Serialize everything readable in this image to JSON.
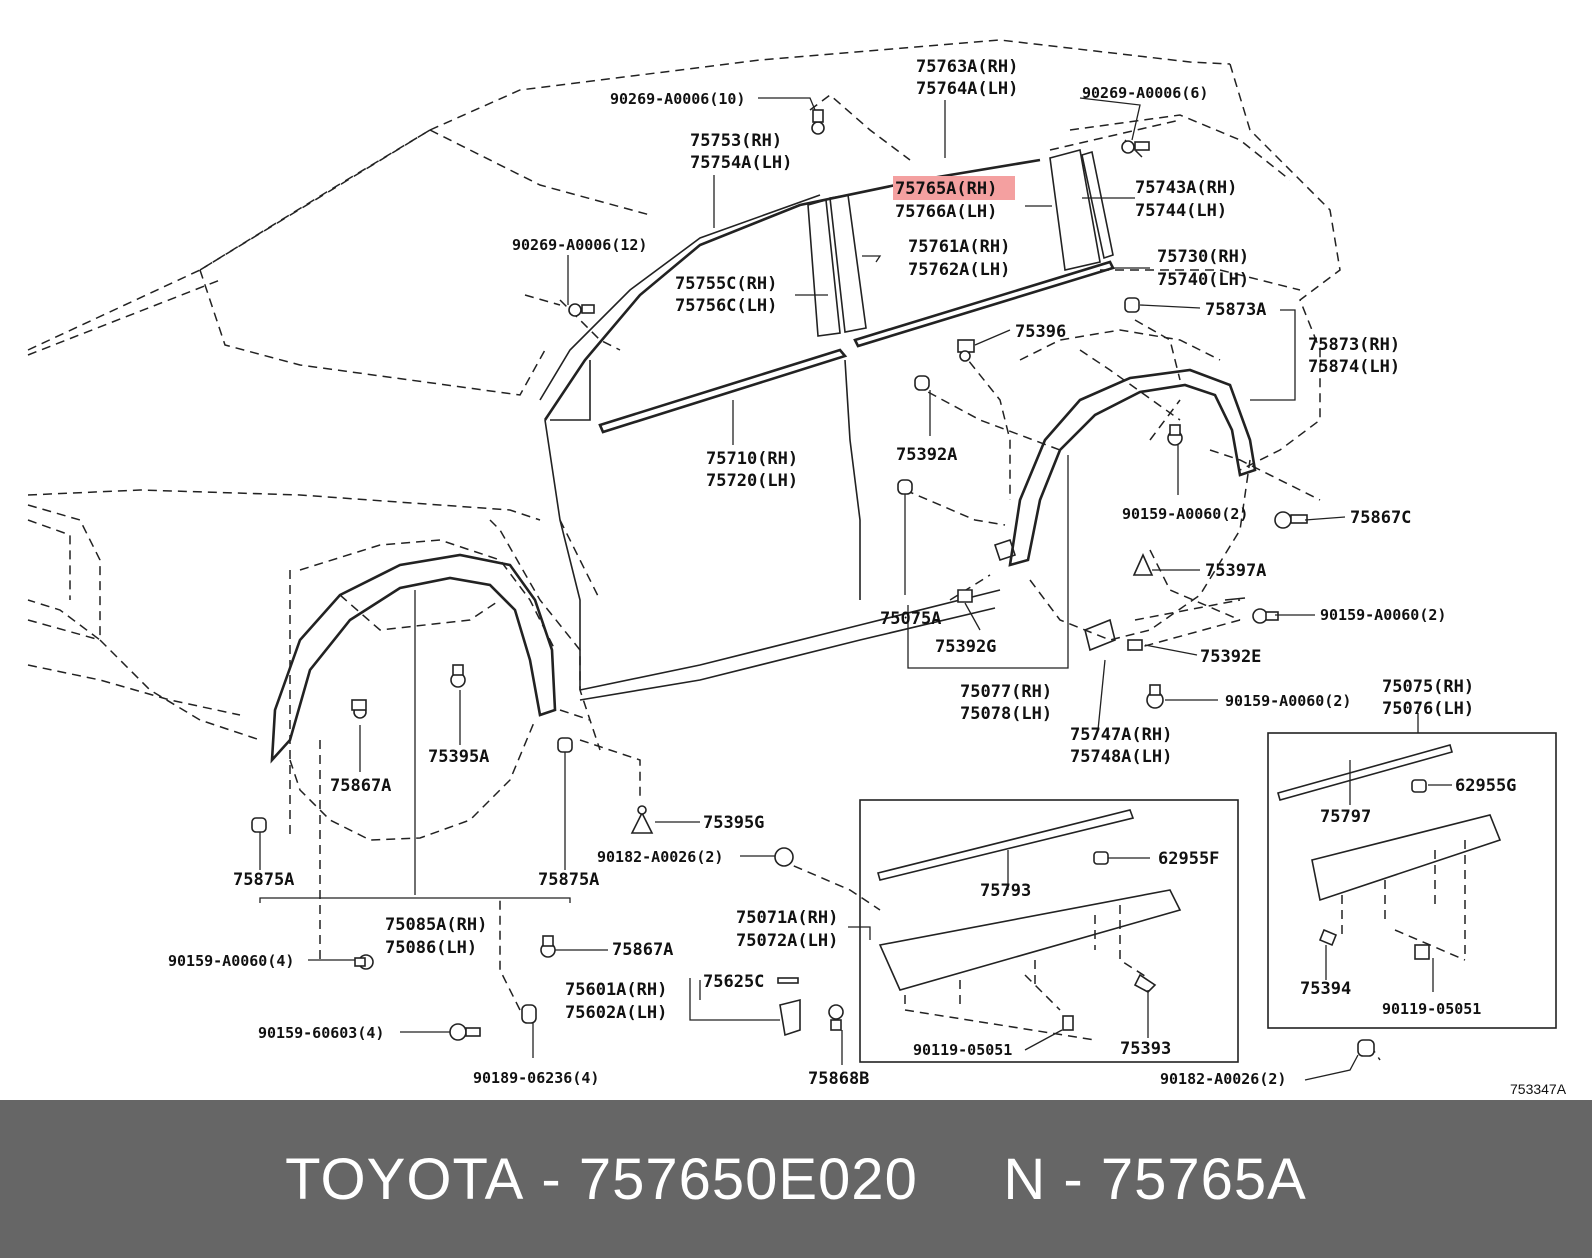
{
  "labels": [
    {
      "id": "l1",
      "text": "75763A(RH)"
    },
    {
      "id": "l2",
      "text": "75764A(LH)"
    },
    {
      "id": "l3",
      "text": "90269-A0006(10)"
    },
    {
      "id": "l4",
      "text": "90269-A0006(6)"
    },
    {
      "id": "l5",
      "text": "75753(RH)"
    },
    {
      "id": "l6",
      "text": "75754A(LH)"
    },
    {
      "id": "l7",
      "text": "75765A(RH)",
      "highlight": true
    },
    {
      "id": "l8",
      "text": "75766A(LH)"
    },
    {
      "id": "l9",
      "text": "75743A(RH)"
    },
    {
      "id": "l10",
      "text": "75744(LH)"
    },
    {
      "id": "l11",
      "text": "90269-A0006(12)"
    },
    {
      "id": "l12",
      "text": "75761A(RH)"
    },
    {
      "id": "l13",
      "text": "75762A(LH)"
    },
    {
      "id": "l14",
      "text": "75730(RH)"
    },
    {
      "id": "l15",
      "text": "75740(LH)"
    },
    {
      "id": "l16",
      "text": "75755C(RH)"
    },
    {
      "id": "l17",
      "text": "75756C(LH)"
    },
    {
      "id": "l18",
      "text": "75873A"
    },
    {
      "id": "l19",
      "text": "75396"
    },
    {
      "id": "l20",
      "text": "75873(RH)"
    },
    {
      "id": "l21",
      "text": "75874(LH)"
    },
    {
      "id": "l22",
      "text": "75710(RH)"
    },
    {
      "id": "l23",
      "text": "75720(LH)"
    },
    {
      "id": "l24",
      "text": "75392A"
    },
    {
      "id": "l25",
      "text": "90159-A0060(2)"
    },
    {
      "id": "l26",
      "text": "75867C"
    },
    {
      "id": "l27",
      "text": "75397A"
    },
    {
      "id": "l28",
      "text": "75075A"
    },
    {
      "id": "l29",
      "text": "75392G"
    },
    {
      "id": "l30",
      "text": "90159-A0060(2)"
    },
    {
      "id": "l31",
      "text": "75392E"
    },
    {
      "id": "l32",
      "text": "75077(RH)"
    },
    {
      "id": "l33",
      "text": "75078(LH)"
    },
    {
      "id": "l34",
      "text": "90159-A0060(2)"
    },
    {
      "id": "l35",
      "text": "75075(RH)"
    },
    {
      "id": "l36",
      "text": "75076(LH)"
    },
    {
      "id": "l37",
      "text": "75747A(RH)"
    },
    {
      "id": "l38",
      "text": "75748A(LH)"
    },
    {
      "id": "l39",
      "text": "75395A"
    },
    {
      "id": "l40",
      "text": "75867A"
    },
    {
      "id": "l41",
      "text": "62955G"
    },
    {
      "id": "l42",
      "text": "75797"
    },
    {
      "id": "l43",
      "text": "75395G"
    },
    {
      "id": "l44",
      "text": "90182-A0026(2)"
    },
    {
      "id": "l45",
      "text": "62955F"
    },
    {
      "id": "l46",
      "text": "75875A"
    },
    {
      "id": "l47",
      "text": "75875A"
    },
    {
      "id": "l48",
      "text": "75793"
    },
    {
      "id": "l49",
      "text": "75085A(RH)"
    },
    {
      "id": "l50",
      "text": "75086(LH)"
    },
    {
      "id": "l51",
      "text": "75071A(RH)"
    },
    {
      "id": "l52",
      "text": "75072A(LH)"
    },
    {
      "id": "l53",
      "text": "90159-A0060(4)"
    },
    {
      "id": "l54",
      "text": "75867A"
    },
    {
      "id": "l55",
      "text": "75394"
    },
    {
      "id": "l56",
      "text": "75601A(RH)"
    },
    {
      "id": "l57",
      "text": "75625C"
    },
    {
      "id": "l58",
      "text": "75602A(LH)"
    },
    {
      "id": "l59",
      "text": "90119-05051"
    },
    {
      "id": "l60",
      "text": "90159-60603(4)"
    },
    {
      "id": "l61",
      "text": "90119-05051"
    },
    {
      "id": "l62",
      "text": "75393"
    },
    {
      "id": "l63",
      "text": "90189-06236(4)"
    },
    {
      "id": "l64",
      "text": "75868B"
    },
    {
      "id": "l65",
      "text": "90182-A0026(2)"
    }
  ],
  "diagram_ref": "753347A",
  "highlight_color": "#f4a0a0",
  "footer": {
    "brand": "TOYOTA",
    "separator": " - ",
    "part_number": "757650E020",
    "ref_prefix": "N",
    "ref_separator": " - ",
    "ref_code": "75765A"
  }
}
